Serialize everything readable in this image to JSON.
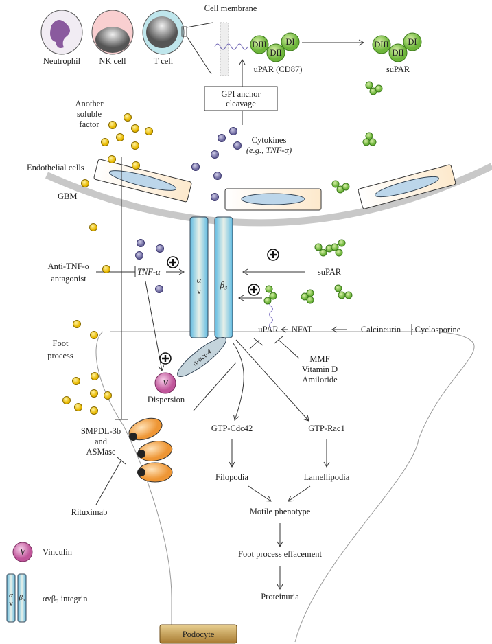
{
  "cells": {
    "neutrophil": "Neutrophil",
    "nk_cell": "NK cell",
    "t_cell": "T cell"
  },
  "cell_membrane": "Cell membrane",
  "domains": {
    "d1": "DI",
    "d2": "DII",
    "d3": "DIII"
  },
  "upar_cd87": "uPAR (CD87)",
  "supar_top": "suPAR",
  "gpi": {
    "line1": "GPI anchor",
    "line2": "cleavage"
  },
  "another_factor": [
    "Another",
    "soluble",
    "factor"
  ],
  "cytokines": [
    "Cytokines",
    "(e.g., TNF-α)"
  ],
  "endothelial": "Endothelial cells",
  "gbm": "GBM",
  "antagonist": [
    "Anti-TNF-α",
    "antagonist"
  ],
  "tnf": "TNF-α",
  "integrin": {
    "alpha": "α",
    "v": "v",
    "beta": "β₃"
  },
  "supar_mid": "suPAR",
  "foot_process": [
    "Foot",
    "process"
  ],
  "upar": "uPAR",
  "nfat": "NFAT",
  "calcineurin": "Calcineurin",
  "cyclosporine": "Cyclosporine",
  "drugs": [
    "MMF",
    "Vitamin D",
    "Amiloride"
  ],
  "actinin": "α-act-4",
  "vinculin_letter": "V",
  "dispersion": "Dispersion",
  "smpdl": [
    "SMPDL-3b",
    "and",
    "ASMase"
  ],
  "rituximab": "Rituximab",
  "gtp_cdc42": "GTP-Cdc42",
  "gtp_rac1": "GTP-Rac1",
  "filopodia": "Filopodia",
  "lamellipodia": "Lamellipodia",
  "motile": "Motile phenotype",
  "effacement": "Foot process effacement",
  "proteinuria": "Proteinuria",
  "podocyte": "Podocyte",
  "legend": {
    "vinculin": "Vinculin",
    "integrin": "αvβ₃ integrin"
  },
  "colors": {
    "yellow": "#f2cc1e",
    "purple": "#8a86b8",
    "green": "#7cc242",
    "integrin": "#7fcbe8",
    "orange": "#f5a94f",
    "gbm": "#c8c8c8"
  }
}
